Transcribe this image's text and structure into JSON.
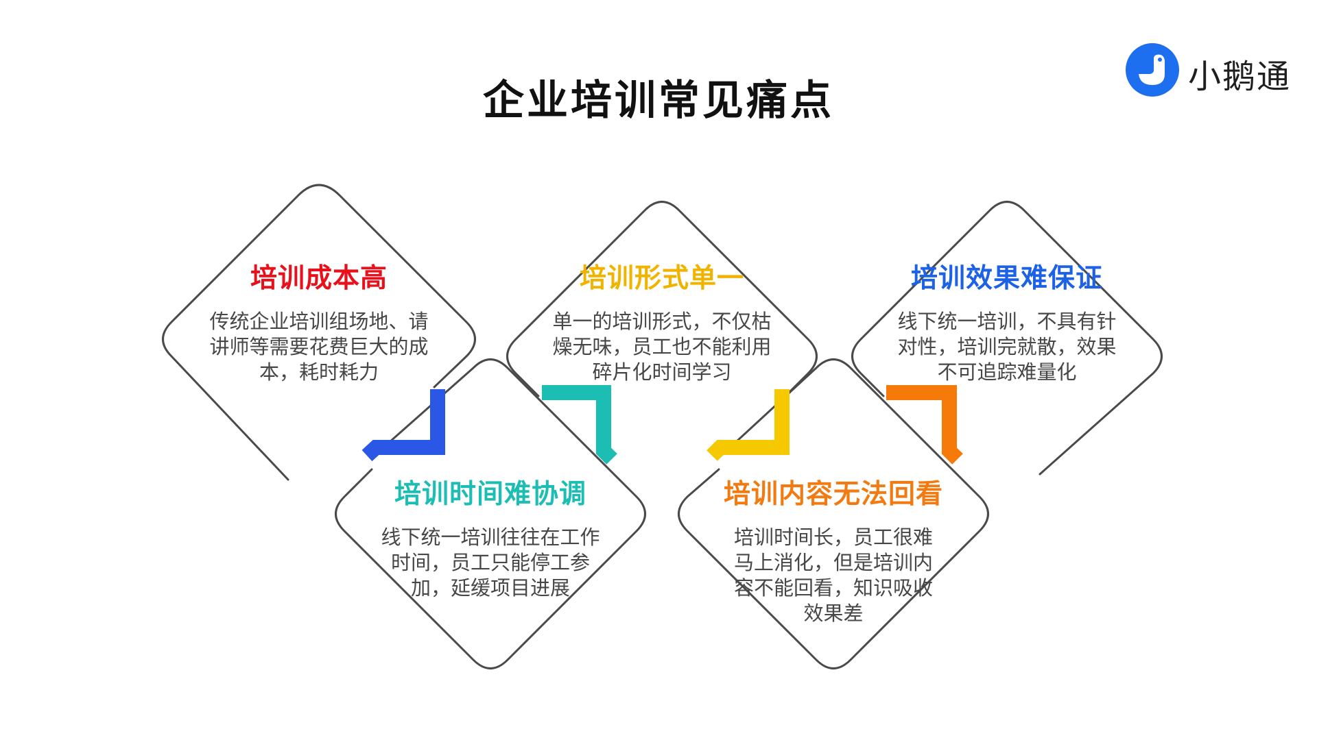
{
  "page": {
    "title": "企业培训常见痛点"
  },
  "logo": {
    "text": "小鹅通",
    "icon": "goose-logo-icon",
    "color": "#1e6ff0"
  },
  "cards": [
    {
      "title": "培训成本高",
      "color": "#e8101a",
      "accent_color": "#2b57e6",
      "description": "传统企业培训组场地、请讲师等需要花费巨大的成本，耗时耗力"
    },
    {
      "title": "培训时间难协调",
      "color": "#1cbdb2",
      "accent_color": "#1cbdb2",
      "description": "线下统一培训往往在工作时间，员工只能停工参加，延缓项目进展"
    },
    {
      "title": "培训形式单一",
      "color": "#f0b400",
      "accent_color": "#f5c800",
      "description": "单一的培训形式，不仅枯燥无味，员工也不能利用碎片化时间学习"
    },
    {
      "title": "培训内容无法回看",
      "color": "#f27a10",
      "accent_color": "#f57a0a",
      "description": "培训时间长，员工很难马上消化，但是培训内容不能回看，知识吸收效果差"
    },
    {
      "title": "培训效果难保证",
      "color": "#1d62e5",
      "description": "线下统一培训，不具有针对性，培训完就散，效果不可追踪难量化"
    }
  ]
}
